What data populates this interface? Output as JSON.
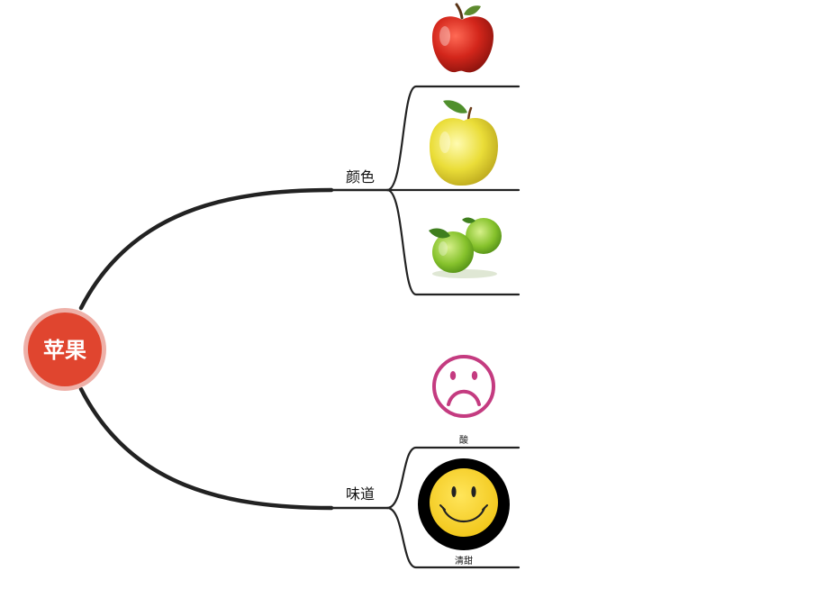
{
  "root": {
    "label": "苹果",
    "fill": "#e0452f",
    "ring": "#eeb0a8"
  },
  "branches": [
    {
      "label": "颜色",
      "leaves": [
        {
          "label": "",
          "icon": "red-apple-icon",
          "color": "#d3261b"
        },
        {
          "label": "",
          "icon": "yellow-apple-icon",
          "color": "#e6d630"
        },
        {
          "label": "",
          "icon": "green-apples-icon",
          "color": "#7fbf2a"
        }
      ]
    },
    {
      "label": "味道",
      "leaves": [
        {
          "label": "酸",
          "icon": "sad-face-icon",
          "color": "#c43b80"
        },
        {
          "label": "清甜",
          "icon": "smiley-face-icon",
          "color": "#f5d327"
        }
      ]
    }
  ],
  "line_color": "#222222"
}
